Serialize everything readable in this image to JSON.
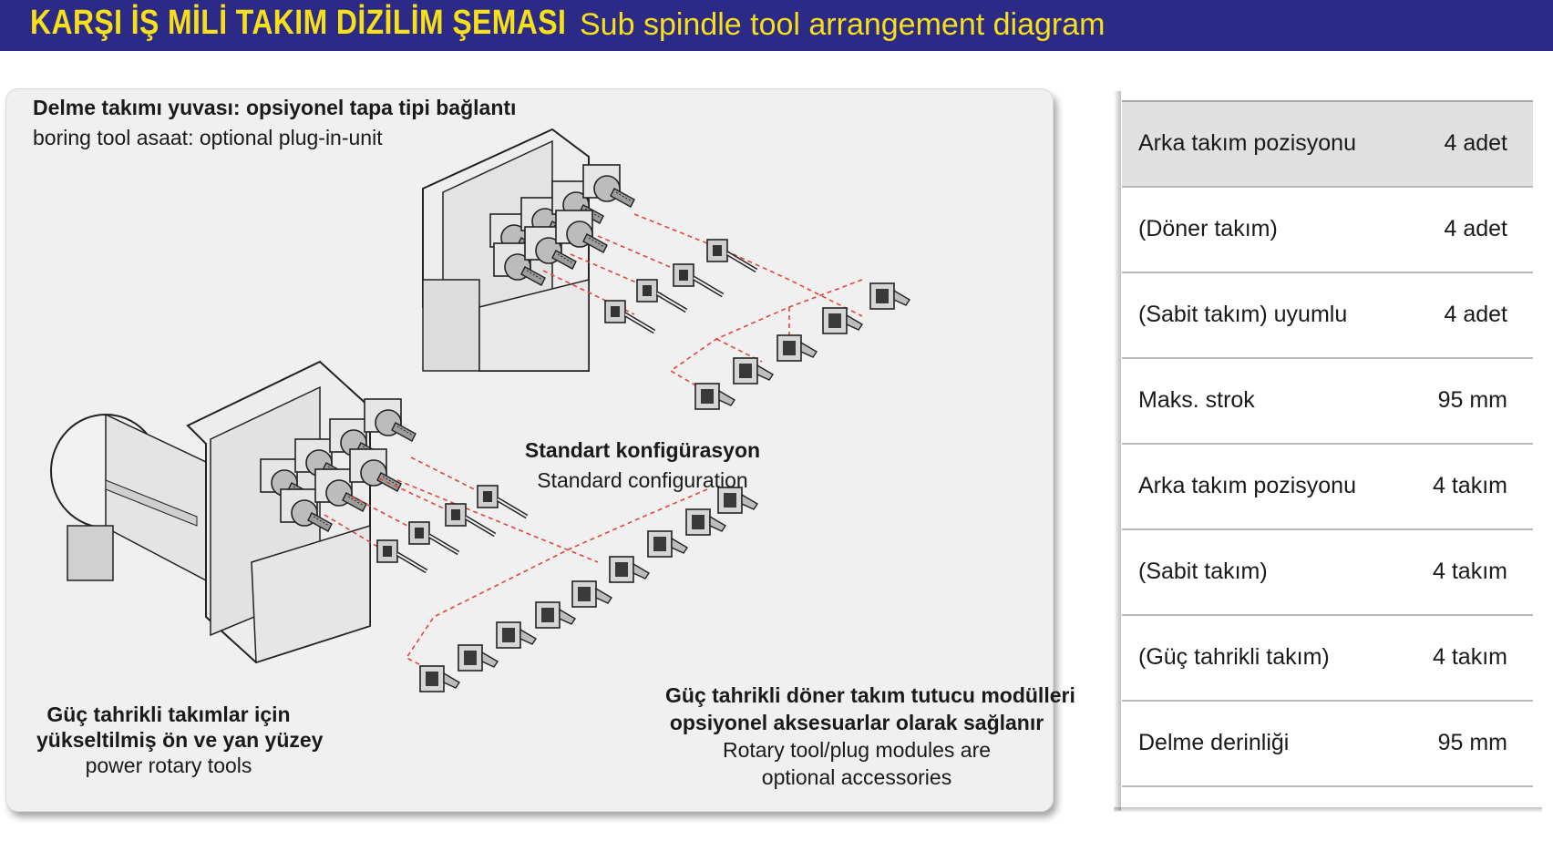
{
  "header": {
    "title_tr": "KARŞI İŞ MİLİ TAKIM DİZİLİM ŞEMASI",
    "title_en": "Sub spindle tool arrangement diagram"
  },
  "diagram": {
    "boring_label": {
      "tr": "Delme takımı yuvası: opsiyonel tapa tipi bağlantı",
      "en": "boring tool asaat: optional plug-in-unit"
    },
    "standard_label": {
      "tr": "Standart  konfigürasyon",
      "en": "Standard configuration"
    },
    "power_label": {
      "tr_line1": "Güç tahrikli takımlar için",
      "tr_line2": "yükseltilmiş ön ve yan yüzey",
      "en": "power rotary tools"
    },
    "modules_label": {
      "tr_line1": "Güç tahrikli döner takım tutucu modülleri",
      "tr_line2": "opsiyonel aksesuarlar olarak sağlanır",
      "en_line1": "Rotary tool/plug modules are",
      "en_line2": "optional accessories"
    }
  },
  "spec_table": [
    {
      "label": "Arka takım pozisyonu",
      "value": "4 adet"
    },
    {
      "label": "(Döner takım)",
      "value": "4 adet"
    },
    {
      "label": "(Sabit takım) uyumlu",
      "value": "4 adet"
    },
    {
      "label": "Maks. strok",
      "value": "95 mm"
    },
    {
      "label": "Arka takım pozisyonu",
      "value": "4 takım"
    },
    {
      "label": "(Sabit takım)",
      "value": "4 takım"
    },
    {
      "label": "(Güç tahrikli takım)",
      "value": "4 takım"
    },
    {
      "label": "Delme derinliği",
      "value": "95 mm"
    }
  ],
  "colors": {
    "header_bg": "#2b2a86",
    "header_text": "#f7e017",
    "leader_line": "#e0473a"
  }
}
